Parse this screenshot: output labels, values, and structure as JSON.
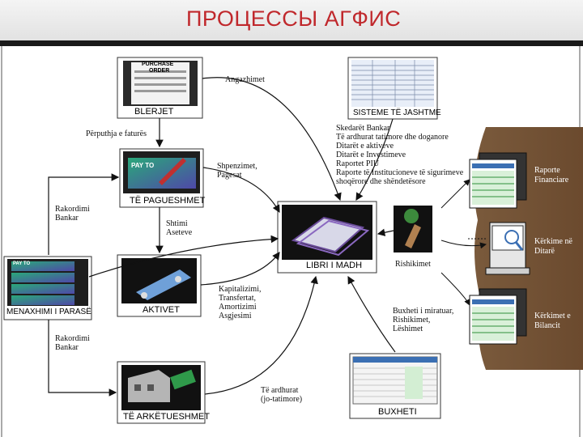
{
  "title": "ПРОЦЕССЫ АГФИС",
  "nodes": {
    "blerjet": {
      "caption": "BLERJET",
      "doc_line1": "PURCHASE",
      "doc_line2": "ORDER"
    },
    "pagueshmet": {
      "caption": "TË PAGUESHMET",
      "check_text": "PAY TO"
    },
    "aktivet": {
      "caption": "AKTIVET"
    },
    "arketueshmet": {
      "caption": "TË ARKËTUESHMET"
    },
    "menaxhimi": {
      "caption": "MENAXHIMI I PARASË",
      "check_text": "PAY TO"
    },
    "libri": {
      "caption": "LIBRI I MADH"
    },
    "sisteme": {
      "caption": "SISTEME TË JASHTME"
    },
    "buxheti": {
      "caption": "BUXHETI"
    },
    "rishikimet": {
      "caption": "Rishikimet"
    }
  },
  "labels": {
    "angazhimet": "Angazhimet",
    "perputhja": "Përputhja e faturës",
    "shpenzimet": "Shpenzimet,\nPagesat",
    "rakordimi1": "Rakordimi\nBankar",
    "shtimi": "Shtimi\nAseteve",
    "kapitalizimi": "Kapitalizimi,\nTransfertat,\nAmortizimi\nAsgjesimi",
    "rakordimi2": "Rakordimi\nBankar",
    "te_ardhurat": "Të ardhurat\n(jo-tatimore)",
    "buxheti_flow": "Buxheti i miratuar,\nRishikimet,\nLëshimet",
    "sisteme_list": "Skedarët Bankar\nTë ardhurat tatimore dhe doganore\nDitarët e aktiveve\nDitarët e Investimeve\nRaportet PIU\nRaporte të Institucioneve të sigurimeve\nshoqërore dhe shëndetësore"
  },
  "outputs": [
    {
      "label": "Raporte\nFinanciare"
    },
    {
      "label": "Kërkime në\nDitarë"
    },
    {
      "label": "Kërkimet e\nBilancit"
    }
  ]
}
